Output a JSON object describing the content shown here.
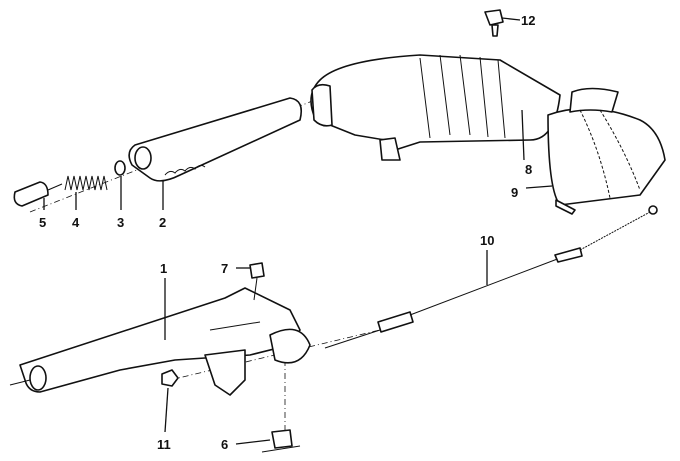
{
  "diagram": {
    "callouts": [
      {
        "id": "1"
      },
      {
        "id": "2"
      },
      {
        "id": "3"
      },
      {
        "id": "4"
      },
      {
        "id": "5"
      },
      {
        "id": "6"
      },
      {
        "id": "7"
      },
      {
        "id": "8"
      },
      {
        "id": "9"
      },
      {
        "id": "10"
      },
      {
        "id": "11"
      },
      {
        "id": "12"
      }
    ]
  }
}
